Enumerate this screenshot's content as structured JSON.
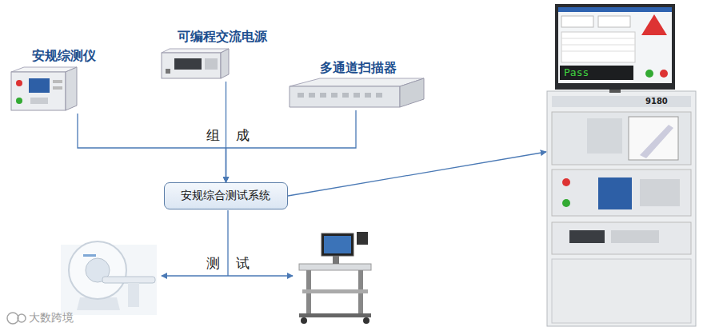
{
  "diagram": {
    "nodes": [
      {
        "text": [
          "安规综测仪"
        ]
      },
      {
        "text": [
          "可编程交流电源"
        ]
      },
      {
        "text": [
          "多通道扫描器"
        ]
      },
      {
        "text": [
          "安规综合测试系统"
        ]
      },
      {
        "text": [
          "Pass",
          "9180"
        ]
      }
    ],
    "edges": [
      {
        "from": 0,
        "to": 3,
        "arrow": "to"
      },
      {
        "from": 1,
        "to": 3,
        "arrow": "to"
      },
      {
        "from": 2,
        "to": 3,
        "arrow": "to"
      },
      {
        "from": 3,
        "to": 4,
        "arrow": "to"
      }
    ],
    "labels": [
      "组 成",
      "测 试",
      "大数跨境"
    ]
  }
}
